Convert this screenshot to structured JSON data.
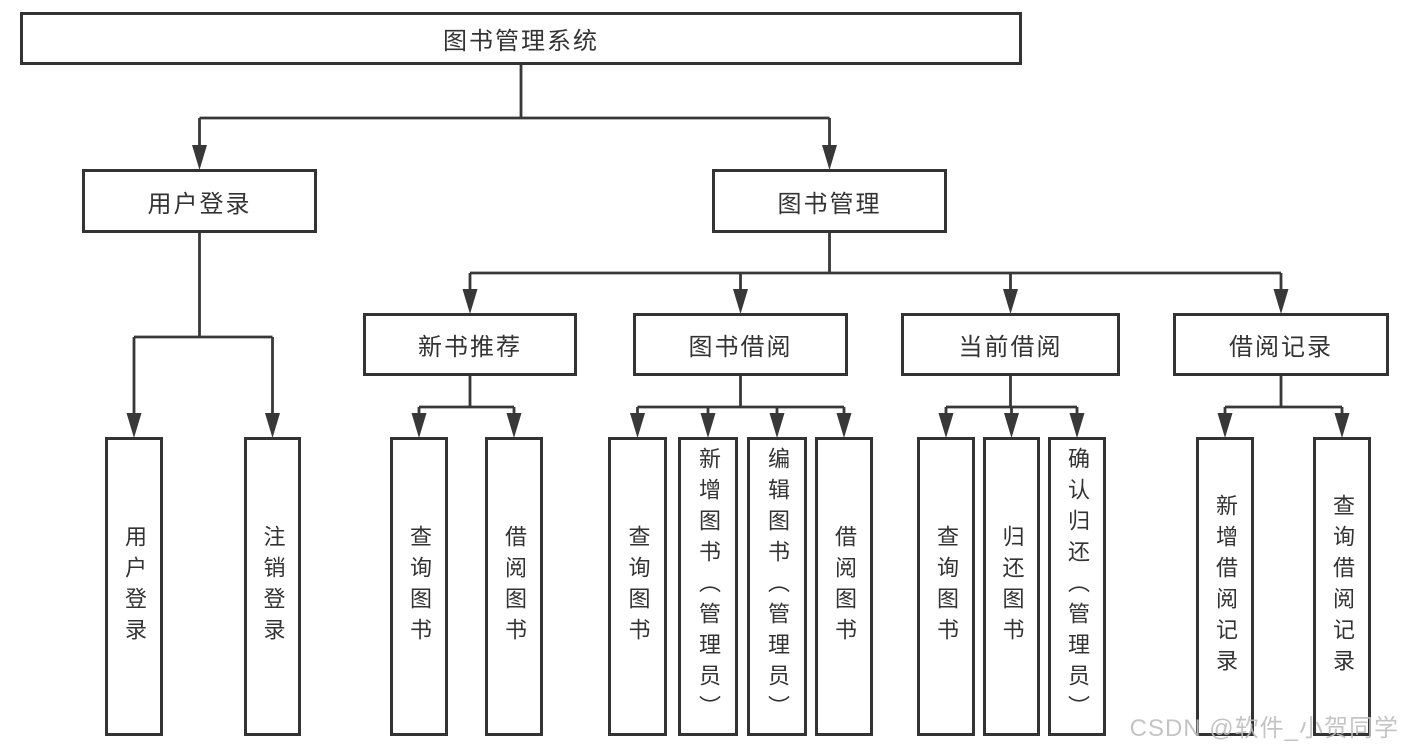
{
  "diagram": {
    "title": "图书管理系统",
    "colors": {
      "border": "#333333",
      "line": "#383838",
      "text": "#333333",
      "background": "#ffffff",
      "watermark": "#bebebe"
    },
    "nodes": [
      {
        "id": "root",
        "label": "图书管理系统",
        "parent": null,
        "kind": "root"
      },
      {
        "id": "user-login",
        "label": "用户登录",
        "parent": "root",
        "kind": "branch"
      },
      {
        "id": "book-mgmt",
        "label": "图书管理",
        "parent": "root",
        "kind": "branch"
      },
      {
        "id": "login-leaf",
        "label": "用户登录",
        "parent": "user-login",
        "kind": "leaf"
      },
      {
        "id": "logout-leaf",
        "label": "注销登录",
        "parent": "user-login",
        "kind": "leaf"
      },
      {
        "id": "new-book-rec",
        "label": "新书推荐",
        "parent": "book-mgmt",
        "kind": "branch"
      },
      {
        "id": "book-borrow",
        "label": "图书借阅",
        "parent": "book-mgmt",
        "kind": "branch"
      },
      {
        "id": "current-borrow",
        "label": "当前借阅",
        "parent": "book-mgmt",
        "kind": "branch"
      },
      {
        "id": "borrow-records",
        "label": "借阅记录",
        "parent": "book-mgmt",
        "kind": "branch"
      },
      {
        "id": "rec-query-book",
        "label": "查询图书",
        "parent": "new-book-rec",
        "kind": "leaf"
      },
      {
        "id": "rec-borrow-book",
        "label": "借阅图书",
        "parent": "new-book-rec",
        "kind": "leaf"
      },
      {
        "id": "bb-query-book",
        "label": "查询图书",
        "parent": "book-borrow",
        "kind": "leaf"
      },
      {
        "id": "bb-add-book",
        "label": "新增图书（管理员）",
        "parent": "book-borrow",
        "kind": "leaf"
      },
      {
        "id": "bb-edit-book",
        "label": "编辑图书（管理员）",
        "parent": "book-borrow",
        "kind": "leaf"
      },
      {
        "id": "bb-borrow-book",
        "label": "借阅图书",
        "parent": "book-borrow",
        "kind": "leaf"
      },
      {
        "id": "cb-query-book",
        "label": "查询图书",
        "parent": "current-borrow",
        "kind": "leaf"
      },
      {
        "id": "cb-return-book",
        "label": "归还图书",
        "parent": "current-borrow",
        "kind": "leaf"
      },
      {
        "id": "cb-confirm-return",
        "label": "确认归还（管理员）",
        "parent": "current-borrow",
        "kind": "leaf"
      },
      {
        "id": "br-add-record",
        "label": "新增借阅记录",
        "parent": "borrow-records",
        "kind": "leaf"
      },
      {
        "id": "br-query-record",
        "label": "查询借阅记录",
        "parent": "borrow-records",
        "kind": "leaf"
      }
    ]
  },
  "watermark": {
    "text": "CSDN @软件_小贺同学"
  }
}
